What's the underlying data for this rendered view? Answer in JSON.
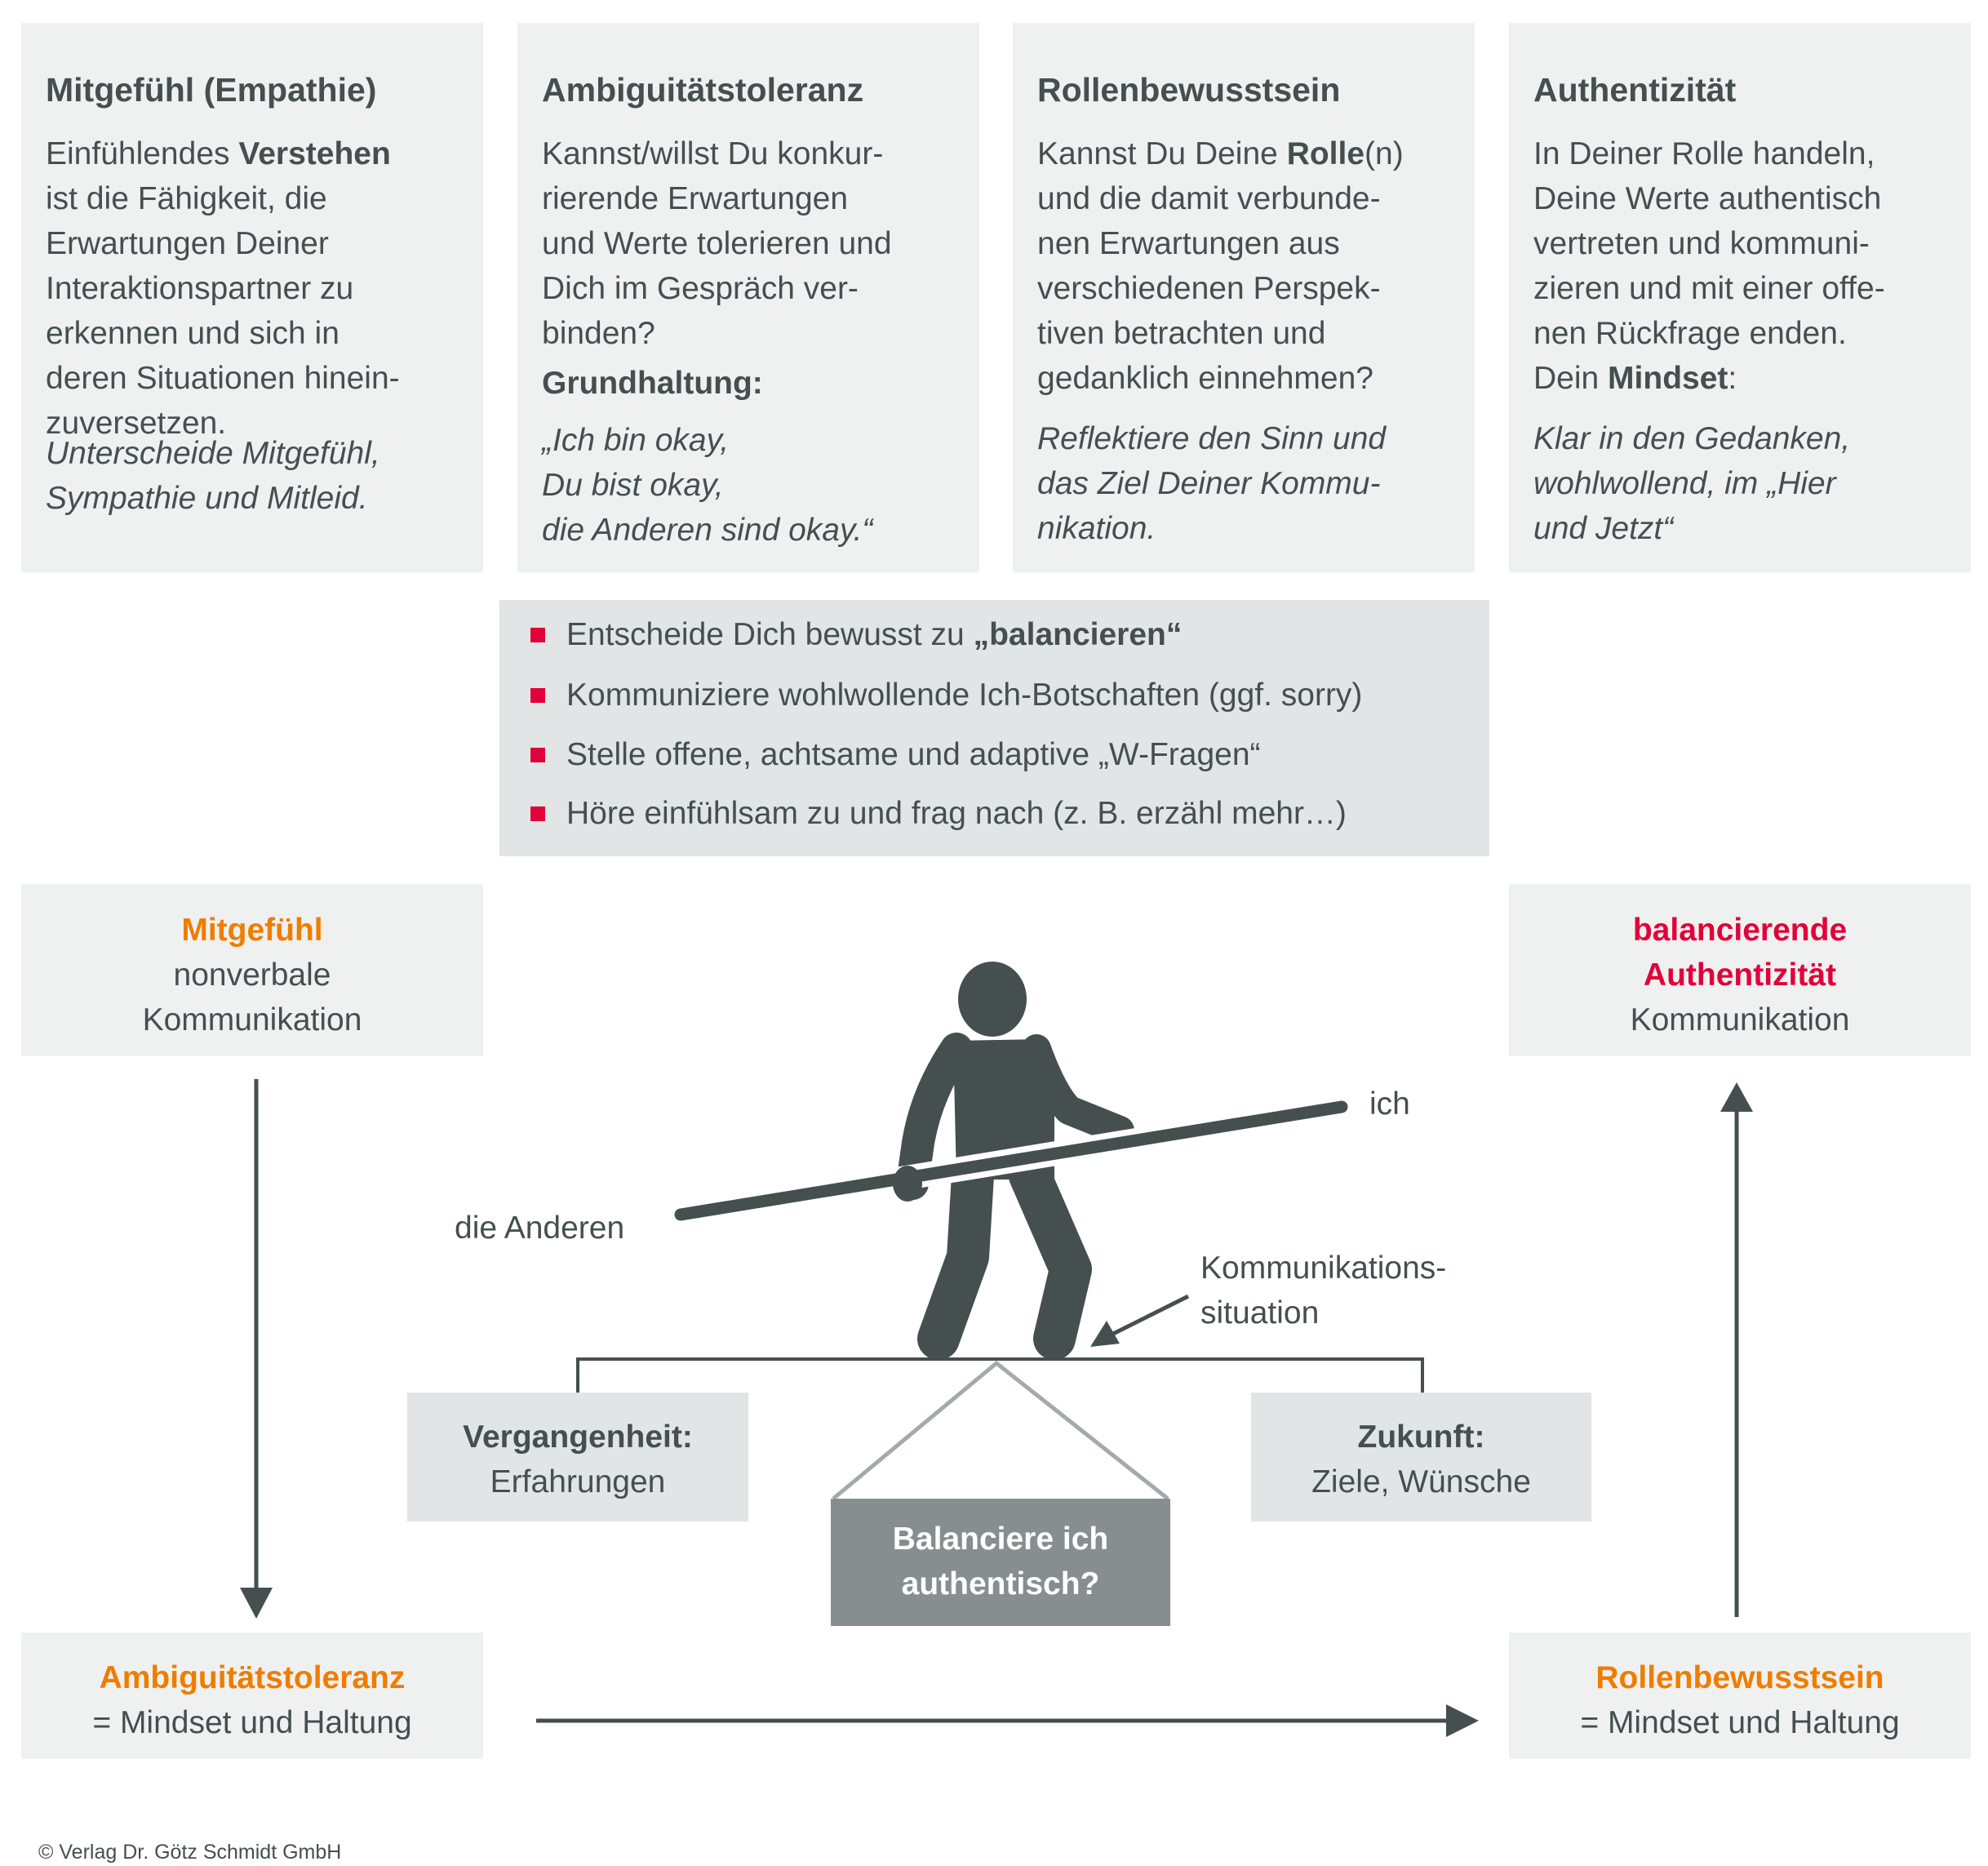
{
  "colors": {
    "text": "#454f50",
    "box": "#eff1f0",
    "box_dark": "#e2e5e5",
    "orange": "#ef7d00",
    "red": "#e2003a",
    "question_box": "#868e8f"
  },
  "columns": [
    {
      "title": "Mitgefühl (Empathie)",
      "line1_pre": "Einfühlendes ",
      "line1_bold": "Verstehen",
      "lines": [
        "ist die Fähigkeit, die",
        "Erwartungen Deiner",
        "Interaktionspartner zu",
        "erkennen und sich in",
        "deren Situationen hinein-",
        "zuversetzen."
      ],
      "italic": [
        "Unterscheide Mitgefühl,",
        "Sympathie und Mitleid."
      ]
    },
    {
      "title": "Ambiguitätstoleranz",
      "lines": [
        "Kannst/willst Du konkur-",
        "rierende Erwartungen",
        "und Werte tolerieren und",
        "Dich im Gespräch ver-",
        "binden?"
      ],
      "subhead": "Grundhaltung:",
      "italic": [
        "„Ich bin okay,",
        "Du bist okay,",
        "die Anderen sind okay.“"
      ]
    },
    {
      "title": "Rollenbewusstsein",
      "line1_pre": "Kannst Du Deine ",
      "line1_bold": "Rolle",
      "line1_post": "(n)",
      "lines": [
        "und die damit verbunde-",
        "nen Erwartungen aus",
        "verschiedenen Perspek-",
        "tiven betrachten und",
        "gedanklich einnehmen?"
      ],
      "italic": [
        "Reflektiere den Sinn und",
        "das Ziel Deiner Kommu-",
        "nikation."
      ]
    },
    {
      "title": "Authentizität",
      "lines": [
        "In Deiner Rolle handeln,",
        "Deine Werte authentisch",
        "vertreten und kommuni-",
        "zieren und mit einer offe-",
        "nen Rückfrage enden."
      ],
      "sub_pre": "Dein ",
      "sub_bold": "Mindset",
      "sub_post": ":",
      "italic": [
        "Klar in den Gedanken,",
        "wohlwollend, im „Hier",
        "und Jetzt“"
      ]
    }
  ],
  "bullets": [
    {
      "pre": "Entscheide Dich bewusst zu ",
      "bold": "„balancieren“"
    },
    {
      "pre": "Kommuniziere wohlwollende Ich-Botschaften (ggf. sorry)"
    },
    {
      "pre": "Stelle offene, achtsame und adaptive „W-Fragen“"
    },
    {
      "pre": "Höre einfühlsam zu und frag nach (z. B. erzähl mehr…)"
    }
  ],
  "mitgefuehl_box": {
    "title": "Mitgefühl",
    "l1": "nonverbale",
    "l2": "Kommunikation"
  },
  "authentizitaet_box": {
    "t1": "balancierende",
    "t2": "Authentizität",
    "l1": "Kommunikation"
  },
  "ambiguitaet_box": {
    "title": "Ambiguitätstoleranz",
    "l1": "= Mindset und Haltung"
  },
  "rollen_box": {
    "title": "Rollenbewusstsein",
    "l1": "= Mindset und Haltung"
  },
  "figure": {
    "ich": "ich",
    "andere": "die Anderen",
    "komm1": "Kommunikations-",
    "komm2": "situation"
  },
  "past": {
    "title": "Vergangenheit:",
    "text": "Erfahrungen"
  },
  "future": {
    "title": "Zukunft:",
    "text": "Ziele, Wünsche"
  },
  "question": {
    "l1": "Balanciere ich",
    "l2": "authentisch?"
  },
  "copyright": "© Verlag Dr. Götz Schmidt GmbH"
}
